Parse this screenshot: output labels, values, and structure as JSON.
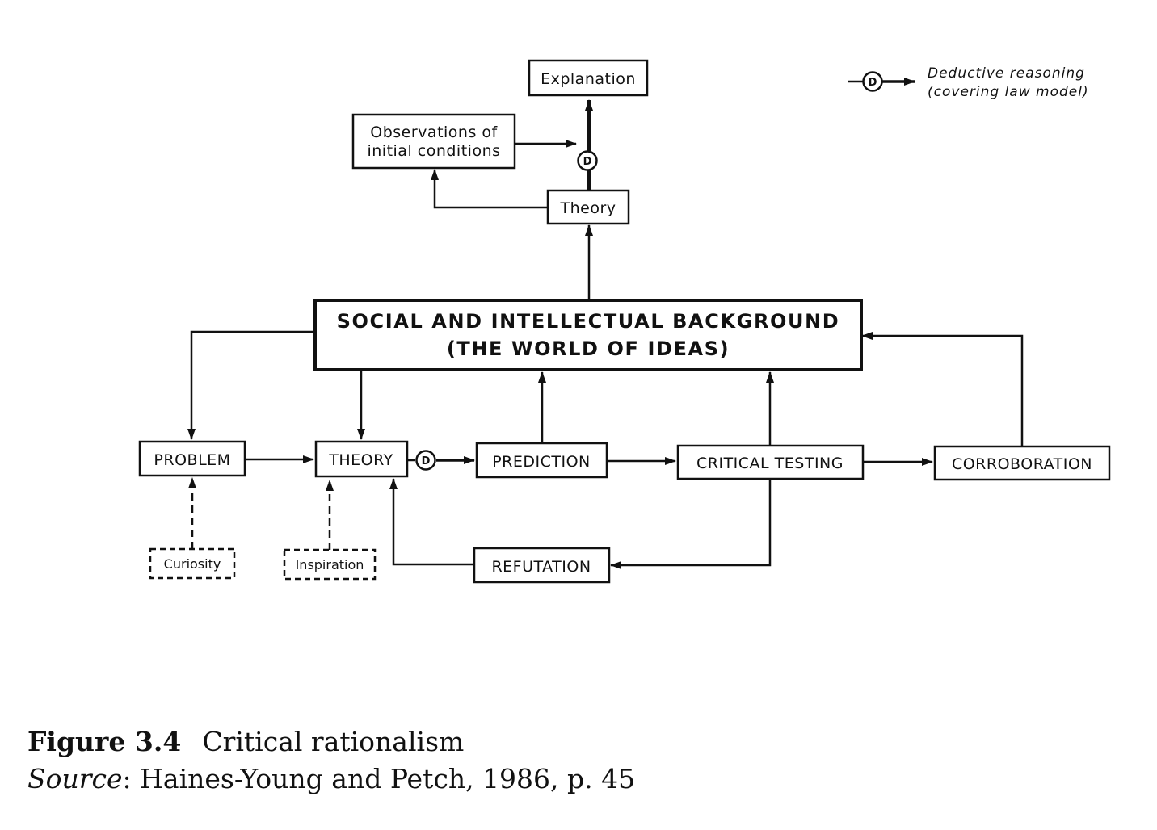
{
  "diagram": {
    "nodes": {
      "explanation": "Explanation",
      "observations_line1": "Observations of",
      "observations_line2": "initial conditions",
      "theory_top": "Theory",
      "background_line1": "SOCIAL AND INTELLECTUAL BACKGROUND",
      "background_line2": "(THE WORLD OF IDEAS)",
      "problem": "PROBLEM",
      "theory_main": "THEORY",
      "prediction": "PREDICTION",
      "critical_testing": "CRITICAL TESTING",
      "corroboration": "CORROBORATION",
      "curiosity": "Curiosity",
      "inspiration": "Inspiration",
      "refutation": "REFUTATION"
    },
    "deductive_marker": "D",
    "legend": {
      "marker": "D",
      "line1": "Deductive reasoning",
      "line2": "(covering law model)"
    }
  },
  "caption": {
    "figure_label": "Figure 3.4",
    "figure_title": "Critical rationalism",
    "source_label": "Source",
    "source_text": ": Haines-Young and Petch, 1986, p. 45"
  }
}
